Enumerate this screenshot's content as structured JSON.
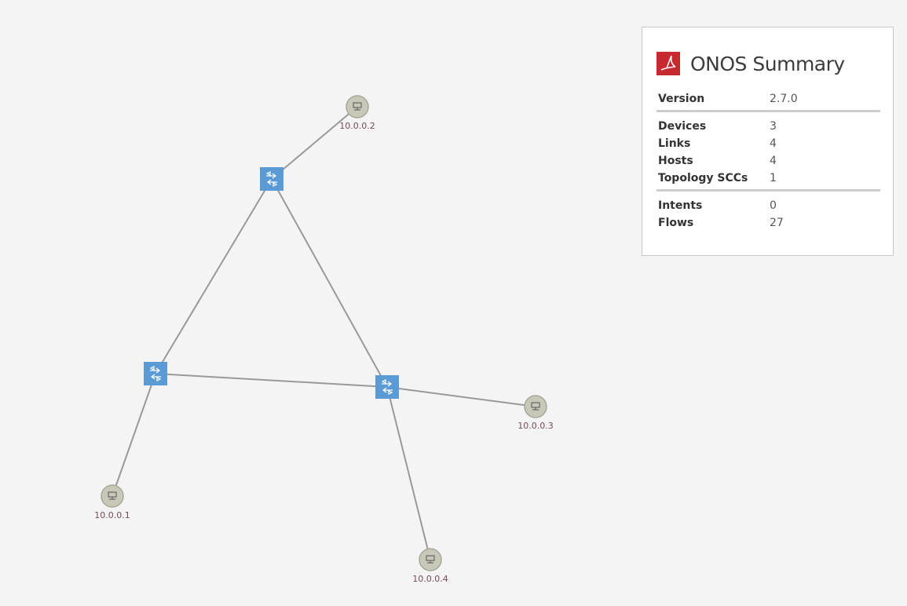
{
  "topology": {
    "devices": [
      {
        "id": "device-top",
        "icon": "switch-icon"
      },
      {
        "id": "device-left",
        "icon": "switch-icon"
      },
      {
        "id": "device-right",
        "icon": "switch-icon"
      }
    ],
    "hosts": [
      {
        "id": "host-1",
        "label": "10.0.0.1",
        "icon": "host-icon"
      },
      {
        "id": "host-2",
        "label": "10.0.0.2",
        "icon": "host-icon"
      },
      {
        "id": "host-3",
        "label": "10.0.0.3",
        "icon": "host-icon"
      },
      {
        "id": "host-4",
        "label": "10.0.0.4",
        "icon": "host-icon"
      }
    ],
    "colors": {
      "device": "#5b9bd5",
      "host": "#c8c8b8",
      "link": "#999999",
      "host_label": "#7a4b58"
    }
  },
  "summary": {
    "title": "ONOS Summary",
    "logo": "onos-bird-logo",
    "accent": "#c7292f",
    "version_label": "Version",
    "version_value": "2.7.0",
    "devices_label": "Devices",
    "devices_value": "3",
    "links_label": "Links",
    "links_value": "4",
    "hosts_label": "Hosts",
    "hosts_value": "4",
    "sccs_label": "Topology SCCs",
    "sccs_value": "1",
    "intents_label": "Intents",
    "intents_value": "0",
    "flows_label": "Flows",
    "flows_value": "27"
  }
}
